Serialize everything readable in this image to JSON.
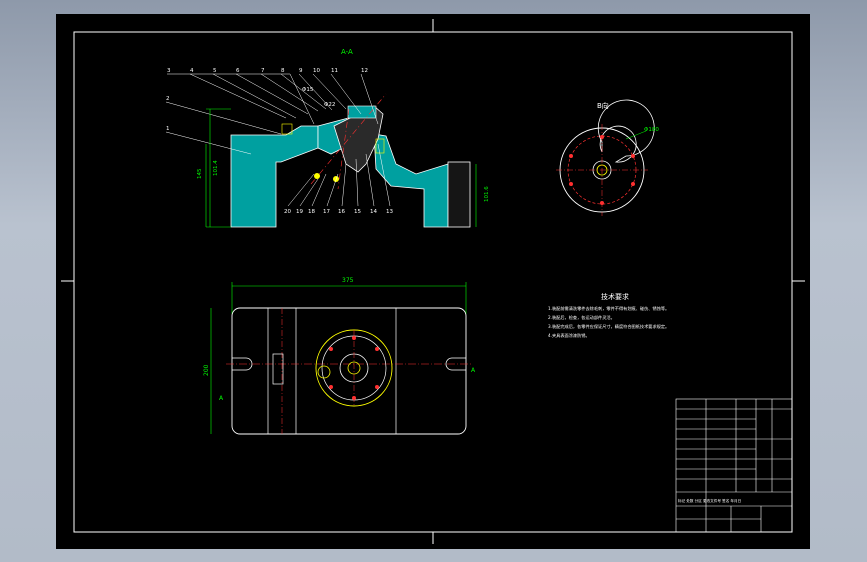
{
  "drawing": {
    "section_title": "A-A",
    "view_b_title": "B向",
    "tech_req_title": "技术要求",
    "tech_req_lines": [
      "1.装配前需清洗零件去除毛刺，零件不得有划痕、碰伤、锈蚀等。",
      "2.装配后，检查，各运动部件灵活。",
      "3.装配完成后，各零件应保证尺寸，精度符合图纸技术要求规定。",
      "4.夹具表面涂漆防锈。"
    ],
    "part_numbers_top": [
      "3",
      "4",
      "5",
      "6",
      "7",
      "8",
      "9",
      "10",
      "11",
      "12"
    ],
    "part_numbers_left": [
      "2",
      "1"
    ],
    "part_numbers_bottom": [
      "20",
      "19",
      "18",
      "17",
      "16",
      "15",
      "14",
      "13"
    ],
    "dims": {
      "overall_length": "375",
      "section_height": "145",
      "height_1": "101.4",
      "height_2": "101.6",
      "width": "200",
      "bore_1": "Φ15",
      "bore_2": "Φ22",
      "view_b_dia": "Φ180",
      "section_mark_a": "A",
      "section_mark_a2": "A"
    },
    "title_block": {
      "table_ref": "标记 处数 分区 更改文件号 签名 年月日"
    }
  },
  "colors": {
    "background": "#000000",
    "outline": "#ffffff",
    "dimension": "#00ff00",
    "centerline": "#ff3030",
    "hatch": "#00b8b8",
    "label": "#ffff66",
    "highlight": "#ffff00"
  }
}
